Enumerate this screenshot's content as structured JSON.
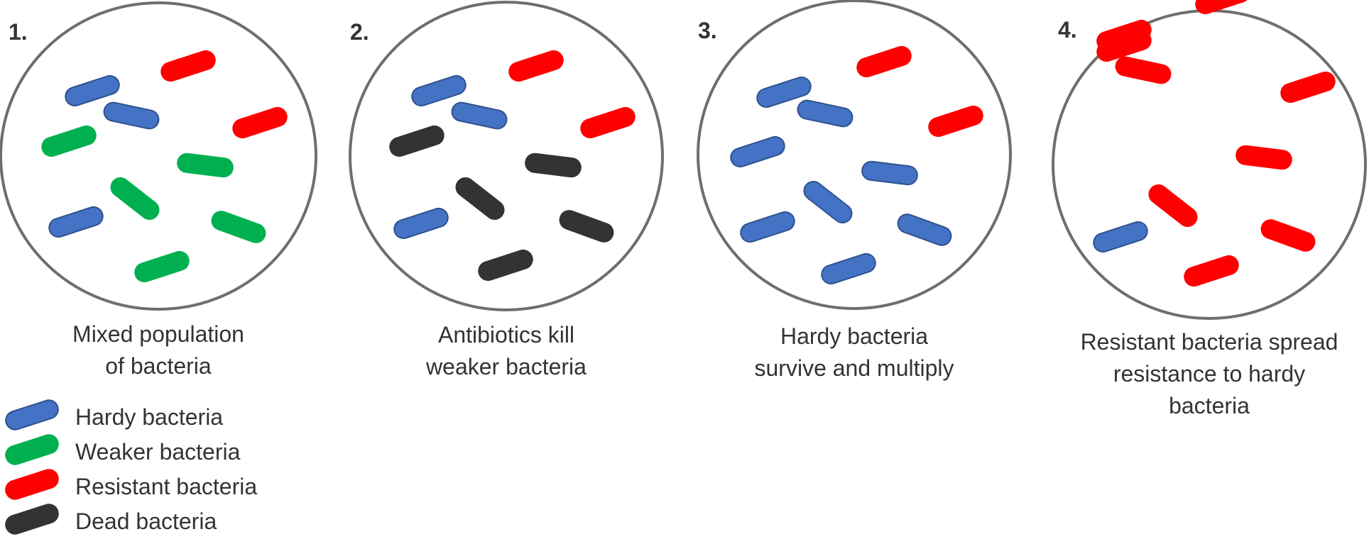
{
  "colors": {
    "hardy": "#4472C4",
    "hardy_stroke": "#2F528F",
    "weaker": "#00B050",
    "resistant": "#FF0000",
    "dead": "#333333",
    "circle_stroke": "#6E6E6E",
    "text": "#333333"
  },
  "panels": [
    {
      "number": "1.",
      "caption_lines": [
        "Mixed population",
        "of bacteria"
      ],
      "bacteria": [
        "hardy",
        "resistant",
        "hardy",
        "resistant",
        "weaker",
        "weaker",
        "weaker",
        "hardy",
        "weaker",
        "weaker"
      ]
    },
    {
      "number": "2.",
      "caption_lines": [
        "Antibiotics kill",
        "weaker bacteria"
      ],
      "bacteria": [
        "hardy",
        "resistant",
        "hardy",
        "resistant",
        "dead",
        "dead",
        "dead",
        "hardy",
        "dead",
        "dead"
      ]
    },
    {
      "number": "3.",
      "caption_lines": [
        "Hardy bacteria",
        "survive and multiply"
      ],
      "bacteria": [
        "hardy",
        "resistant",
        "hardy",
        "resistant",
        "hardy",
        "hardy",
        "hardy",
        "hardy",
        "hardy",
        "hardy"
      ]
    },
    {
      "number": "4.",
      "caption_lines": [
        "Resistant bacteria spread",
        "resistance to hardy",
        "bacteria"
      ],
      "bacteria": [
        "resistant",
        "resistant",
        "resistant",
        "resistant",
        "resistant",
        "resistant",
        "resistant",
        "hardy",
        "resistant",
        "resistant"
      ]
    }
  ],
  "legend": [
    {
      "type": "hardy",
      "label": "Hardy bacteria"
    },
    {
      "type": "weaker",
      "label": "Weaker bacteria"
    },
    {
      "type": "resistant",
      "label": "Resistant bacteria"
    },
    {
      "type": "dead",
      "label": "Dead bacteria"
    }
  ]
}
